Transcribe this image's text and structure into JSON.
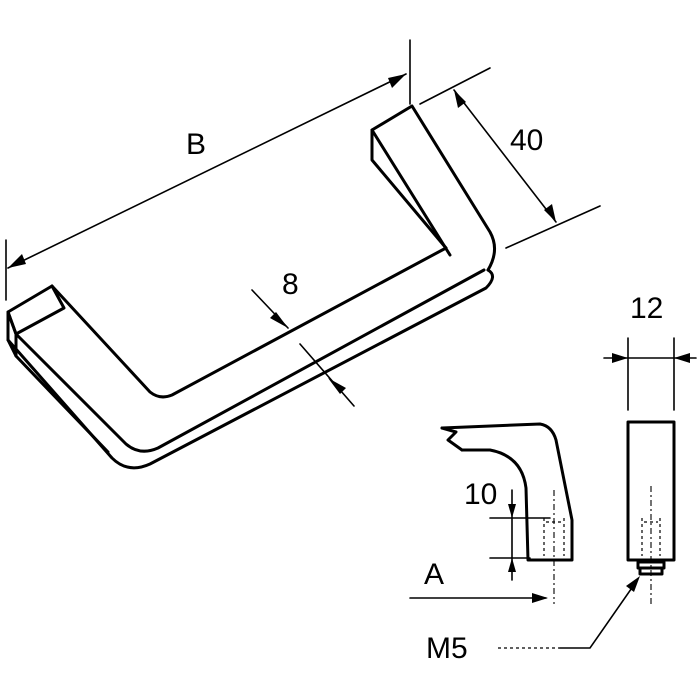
{
  "labels": {
    "length": "B",
    "depth": "40",
    "thickness": "8",
    "width": "12",
    "hole_depth": "10",
    "projection": "A",
    "thread": "M5"
  }
}
